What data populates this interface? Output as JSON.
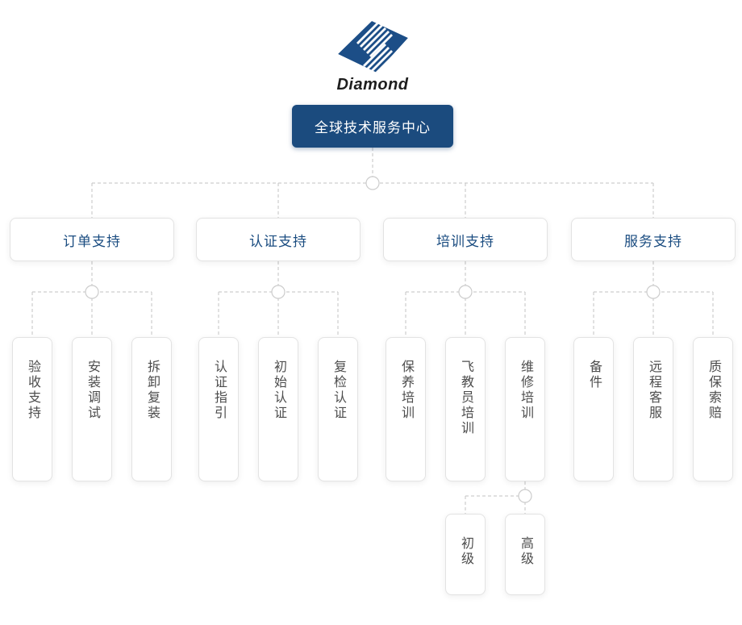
{
  "brand": {
    "name": "Diamond",
    "logo_icon": "diamond-stripes-logo",
    "logo_color": "#1c4e87"
  },
  "root": {
    "label": "全球技术服务中心"
  },
  "branches": [
    {
      "label": "订单支持",
      "children": [
        {
          "label": "验收支持"
        },
        {
          "label": "安装调试"
        },
        {
          "label": "拆卸复装"
        }
      ]
    },
    {
      "label": "认证支持",
      "children": [
        {
          "label": "认证指引"
        },
        {
          "label": "初始认证"
        },
        {
          "label": "复检认证"
        }
      ]
    },
    {
      "label": "培训支持",
      "children": [
        {
          "label": "保养培训"
        },
        {
          "label": "飞教员培训"
        },
        {
          "label": "维修培训",
          "children": [
            {
              "label": "初级"
            },
            {
              "label": "高级"
            }
          ]
        }
      ]
    },
    {
      "label": "服务支持",
      "children": [
        {
          "label": "备件"
        },
        {
          "label": "远程客服"
        },
        {
          "label": "质保索赔"
        }
      ]
    }
  ],
  "colors": {
    "root_bg": "#1b4b7e",
    "branch_text": "#1a4c80",
    "leaf_text": "#4d4d4d",
    "connector_line": "#cdcdcd",
    "node_border": "#e3e3e3",
    "background": "#ffffff"
  }
}
